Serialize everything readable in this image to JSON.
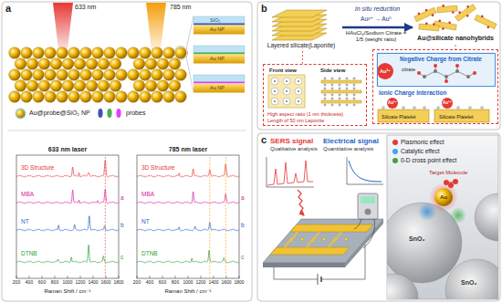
{
  "diagram": {
    "nodes": [
      {
        "text": [
          "Layered silicate(Laponite)"
        ]
      },
      {
        "text": [
          "Au@silicate nanohybrids"
        ]
      },
      {
        "text": [
          "Front view",
          "Side view",
          "High aspect ratio (1 nm thickness)",
          "Length of 50 nm Laponite"
        ]
      },
      {
        "text": [
          "Ionic Charge Interaction",
          "Silicate Platelet",
          "Silicate Platelet"
        ]
      },
      {
        "text": [
          "Negative Charge from Citrate",
          "citrate"
        ],
        "in": 3
      }
    ],
    "edges": [
      {
        "from": 0,
        "to": 1,
        "label": "In situ reduction",
        "arrow": "to"
      },
      {
        "from": 0,
        "to": 2,
        "arrow": "none"
      },
      {
        "from": 1,
        "to": 3,
        "arrow": "none"
      }
    ],
    "labels": [
      "a",
      "633 nm",
      "785 nm",
      "SiO₂",
      "Au NP",
      "Au NP",
      "Au NP",
      "probes",
      "633 nm laser",
      "785 nm laser",
      "3D Structure",
      "MBA",
      "NT",
      "DTNB",
      "a",
      "b",
      "c",
      "3D Structure",
      "MBA",
      "NT",
      "DTNB",
      "a",
      "b",
      "c",
      "200",
      "400",
      "600",
      "800",
      "1000",
      "1200",
      "1400",
      "1600",
      "1800",
      "200",
      "400",
      "600",
      "800",
      "1000",
      "1200",
      "1400",
      "1600",
      "1800",
      "Raman Shift / cm⁻¹",
      "Raman Shift / cm⁻¹",
      "b",
      "Au³⁺ → Au⁰",
      "HAuCl₄/Sodium Citrate = 1/5 (weight ratio)",
      "Au³⁺",
      "Au³⁺",
      "Au³⁺",
      "c",
      "SERS signal",
      "Qualitative analysis",
      "Electrical signal",
      "Quantitative analysis",
      "SnO₂",
      "SnO₂",
      "Au",
      "Target Molecule"
    ],
    "legend": [
      {
        "text": "Au@probe@SiO₂ NP"
      },
      {
        "text": "Plasmonic effect",
        "color": "#e53935"
      },
      {
        "text": "Catalytic effect",
        "color": "#42a5f5"
      },
      {
        "text": "0-D cross point effect",
        "color": "#43a047"
      }
    ]
  }
}
